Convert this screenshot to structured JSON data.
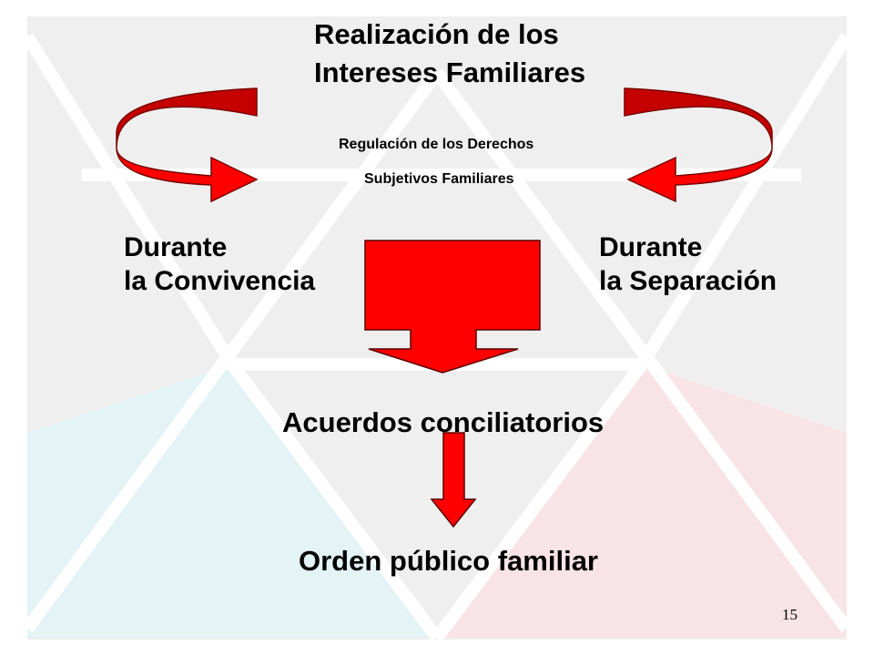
{
  "title": {
    "line1": "Realización de los",
    "line2": "Intereses Familiares"
  },
  "center_note": {
    "line1": "Regulación de los Derechos",
    "line2": "Subjetivos Familiares"
  },
  "left_label": {
    "line1": "Durante",
    "line2": "la Convivencia"
  },
  "right_label": {
    "line1": "Durante",
    "line2": "la Separación"
  },
  "middle_node": "Acuerdos conciliatorios",
  "bottom_node": "Orden público familiar",
  "page_number": "15",
  "colors": {
    "arrow_fill": "#ff0000",
    "arrow_dark": "#b80000",
    "arrow_stroke": "#7a0000",
    "bg_panel": "#efefef",
    "bg_line": "#ffffff",
    "tint_cyan": "#e3f3f6",
    "tint_pink": "#f8e4e6",
    "text": "#000000"
  }
}
